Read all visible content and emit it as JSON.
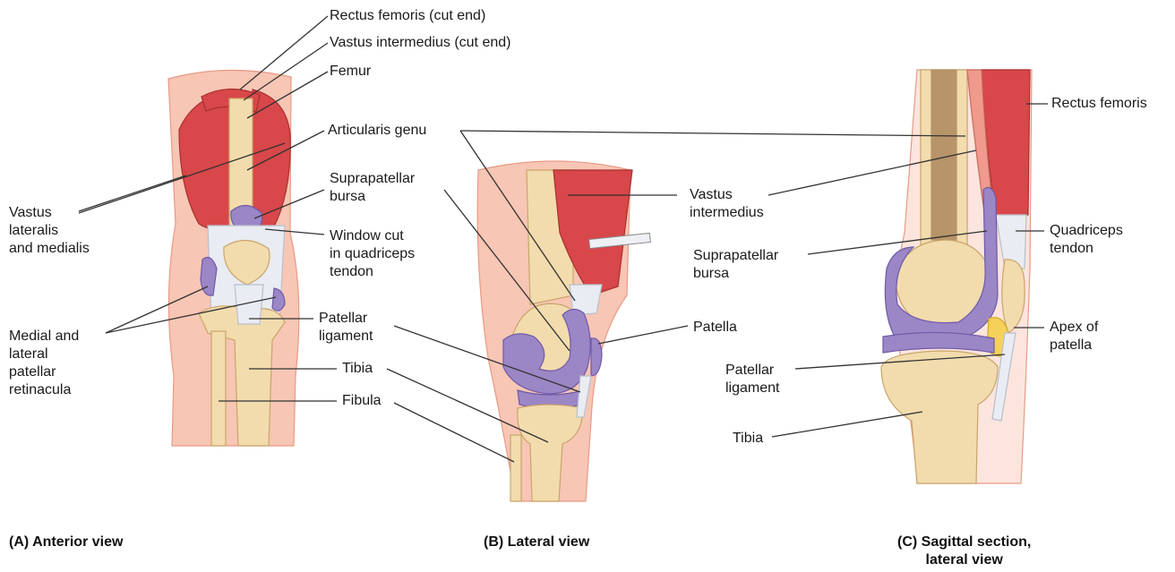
{
  "colors": {
    "skin": "#f7c6b4",
    "skin_edge": "#e89a86",
    "muscle": "#d8474a",
    "muscle_light": "#ef9a8c",
    "bone": "#f2dcae",
    "bone_edge": "#c9a56a",
    "tendon": "#e9ecf2",
    "bursa": "#9b86c6",
    "bursa_dark": "#6f5aa6",
    "marrow": "#b7946a",
    "fat": "#f5d05a",
    "leader": "#333333"
  },
  "labels": {
    "rectus_femoris_cut": "Rectus femoris (cut end)",
    "vastus_intermedius_cut": "Vastus intermedius (cut end)",
    "femur": "Femur",
    "articularis_genu": "Articularis genu",
    "suprapatellar_bursa_a": "Suprapatellar\nbursa",
    "window_cut": "Window cut\nin quadriceps\ntendon",
    "vastus_lat_med": "Vastus\nlateralis\nand medialis",
    "retinacula": "Medial and\nlateral\npatellar\nretinacula",
    "patellar_ligament_a": "Patellar\nligament",
    "tibia_a": "Tibia",
    "fibula": "Fibula",
    "vastus_intermedius": "Vastus\nintermedius",
    "suprapatellar_bursa_c": "Suprapatellar\nbursa",
    "patella": "Patella",
    "rectus_femoris": "Rectus femoris",
    "quadriceps_tendon": "Quadriceps\ntendon",
    "apex_patella": "Apex of\npatella",
    "patellar_ligament_c": "Patellar\nligament",
    "tibia_c": "Tibia"
  },
  "captions": {
    "anterior": "(A) Anterior view",
    "lateral": "(B) Lateral view",
    "sagittal": "(C) Sagittal section,\nlateral view"
  }
}
